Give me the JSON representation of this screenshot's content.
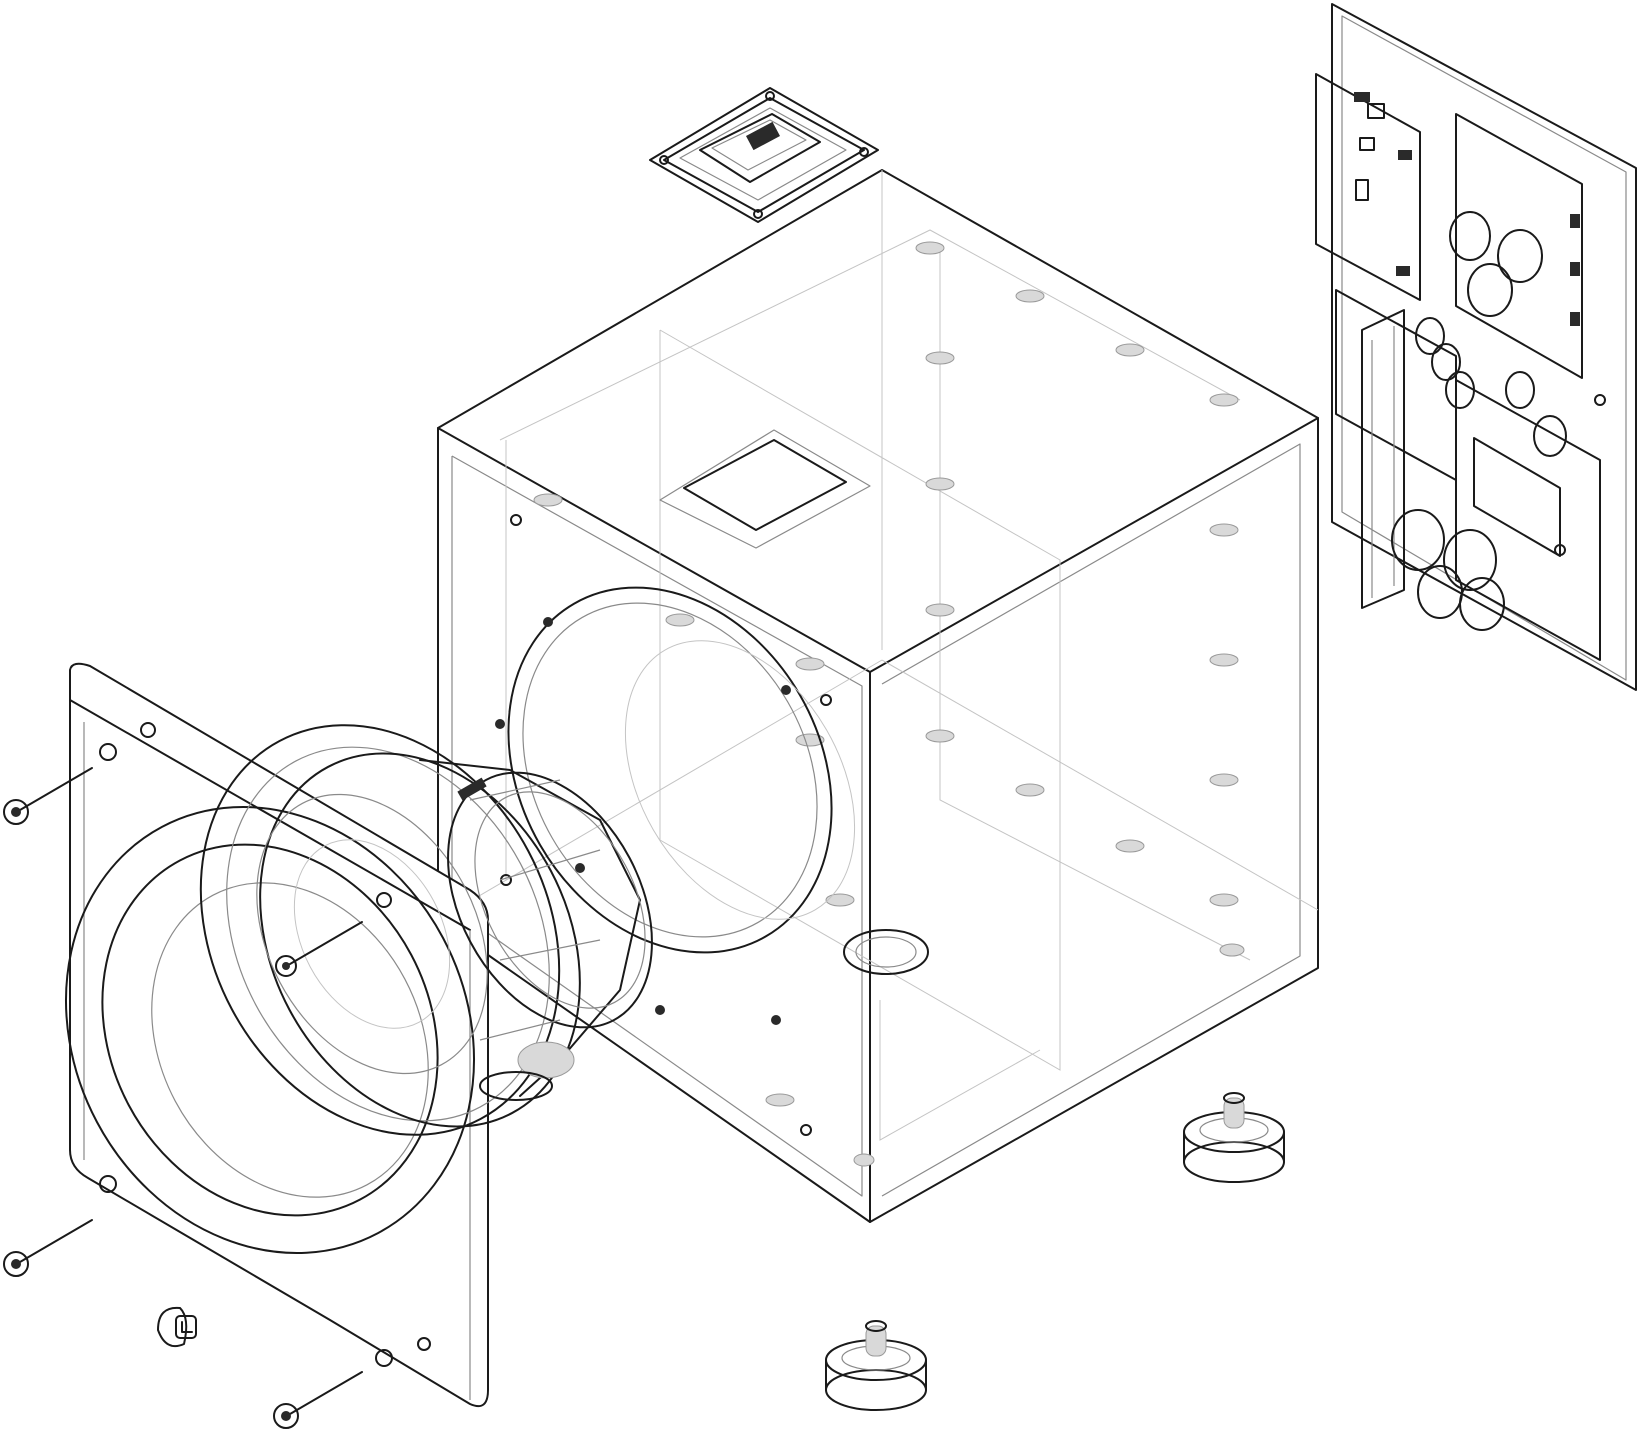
{
  "diagram": {
    "description_visible_text": "",
    "parts": [
      {
        "id": "top-plate",
        "icon": "square-plate-icon"
      },
      {
        "id": "cabinet",
        "icon": "transparent-cube-icon"
      },
      {
        "id": "amplifier-board",
        "icon": "circuit-board-icon"
      },
      {
        "id": "front-baffle",
        "icon": "front-panel-icon"
      },
      {
        "id": "woofer-driver",
        "icon": "speaker-driver-icon"
      },
      {
        "id": "feet",
        "icon": "foot-icon"
      },
      {
        "id": "screws",
        "icon": "bolt-icon"
      }
    ],
    "colors": {
      "line": "#1a1a1a",
      "ghost_line": "#8a8a8a",
      "background": "#ffffff",
      "highlight": "#d9d9d9"
    }
  }
}
